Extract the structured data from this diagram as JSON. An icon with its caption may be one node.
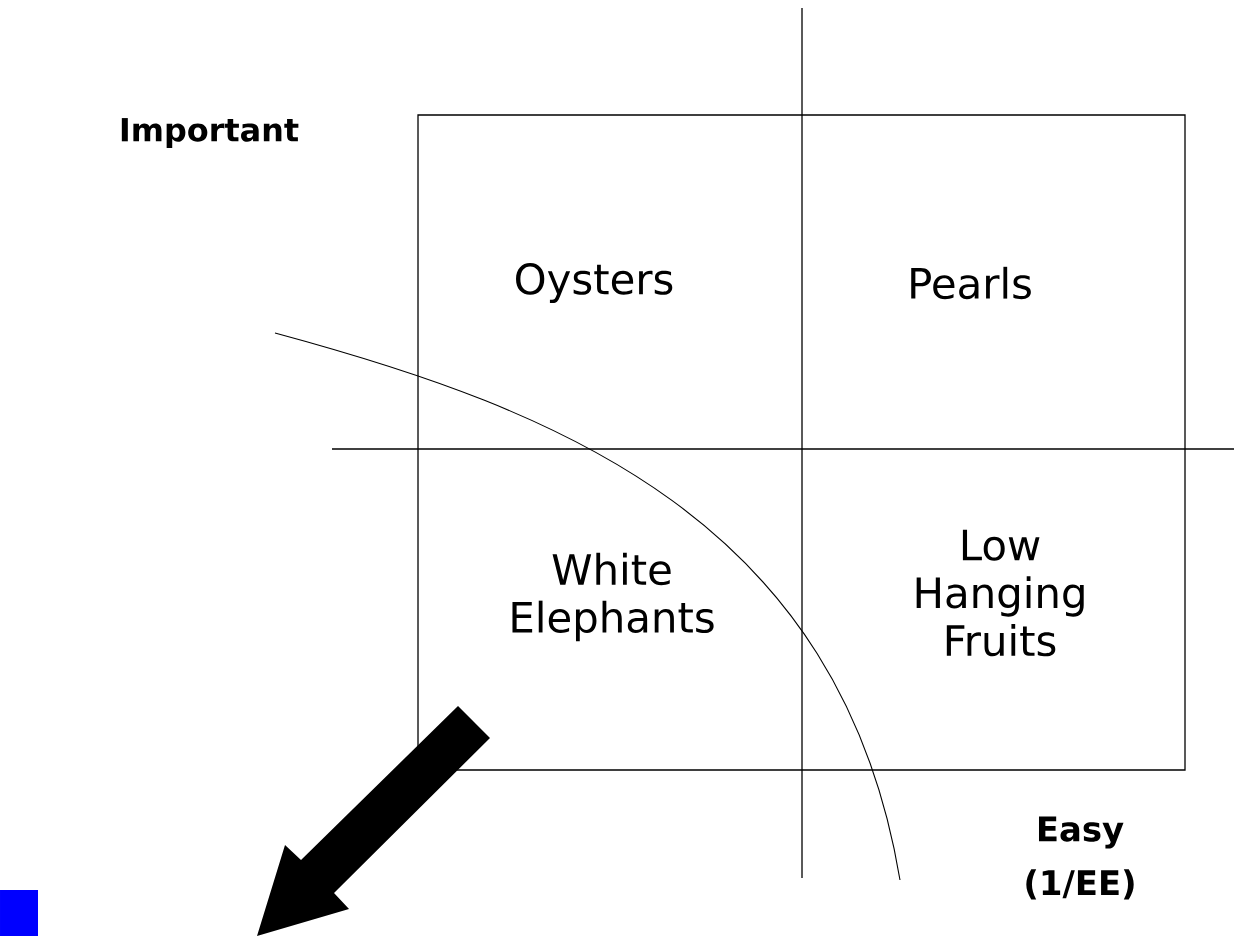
{
  "diagram": {
    "nodes": [
      {
        "text": [
          "Oysters"
        ]
      },
      {
        "text": [
          "Pearls"
        ]
      },
      {
        "text": [
          "White Elephants"
        ]
      },
      {
        "text": [
          "Low Hanging Fruits"
        ]
      }
    ],
    "labels": [
      "Important",
      "Easy (1/EE)"
    ]
  }
}
